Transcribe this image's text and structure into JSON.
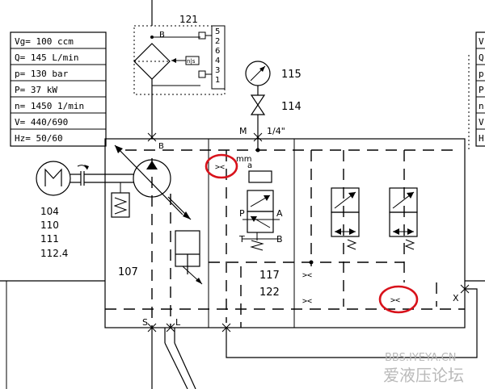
{
  "spec_table": {
    "rows": [
      "Vg= 100 ccm",
      "Q= 145 L/min",
      "p= 130 bar",
      "P= 37 kW",
      "n= 1450 1/min",
      "V= 440/690",
      "Hz= 50/60"
    ]
  },
  "right_table": {
    "rows": [
      "V",
      "Q",
      "p",
      "P",
      "n",
      "V",
      "H"
    ]
  },
  "labels": {
    "filter_id": "121",
    "filter_port_b": "B",
    "filter_ports": [
      "5",
      "2",
      "6",
      "4",
      "3",
      "1"
    ],
    "filter_switch": "n|s",
    "gauge_id": "115",
    "valve_id": "114",
    "port_m": "M",
    "port_size": "1/4\"",
    "block_port_b": "B",
    "orifice_size": "mm",
    "solenoid_a": "a",
    "valve_p": "P",
    "valve_a": "A",
    "valve_t": "T",
    "valve_b": "B",
    "motor_ids": [
      "104",
      "110",
      "111",
      "112.4"
    ],
    "block_id": "107",
    "valve_id_117": "117",
    "valve_id_122": "122",
    "port_s": "S",
    "port_l": "L",
    "port_x": "X",
    "orifice_symbol": ">< "
  },
  "watermark": {
    "url": "BBS.IYEYA.CN",
    "name": "爱液压论坛"
  },
  "colors": {
    "line": "#000000",
    "highlight": "#d8121b",
    "watermark": "#b9b9b9"
  }
}
